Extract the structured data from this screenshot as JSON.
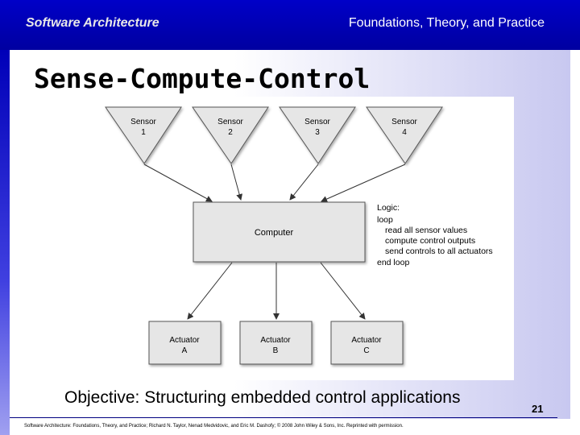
{
  "header": {
    "left_title": "Software Architecture",
    "right_title": "Foundations, Theory, and Practice"
  },
  "slide": {
    "title": "Sense-Compute-Control",
    "objective": "Objective: Structuring embedded control applications",
    "page_number": "21",
    "footer": "Software Architecture: Foundations, Theory, and Practice; Richard N. Taylor, Nenad Medvidovic, and Eric M. Dashofy; © 2008 John Wiley & Sons, Inc. Reprinted with permission."
  },
  "diagram": {
    "sensors": [
      {
        "line1": "Sensor",
        "line2": "1"
      },
      {
        "line1": "Sensor",
        "line2": "2"
      },
      {
        "line1": "Sensor",
        "line2": "3"
      },
      {
        "line1": "Sensor",
        "line2": "4"
      }
    ],
    "computer_label": "Computer",
    "logic_lines": [
      "Logic:",
      "loop",
      "read all sensor values",
      "compute control outputs",
      "send controls to all actuators",
      "end loop"
    ],
    "actuators": [
      {
        "line1": "Actuator",
        "line2": "A"
      },
      {
        "line1": "Actuator",
        "line2": "B"
      },
      {
        "line1": "Actuator",
        "line2": "C"
      }
    ]
  },
  "colors": {
    "header_blue": "#0000b4",
    "shape_fill": "#e6e6e6",
    "shape_stroke": "#555555"
  }
}
